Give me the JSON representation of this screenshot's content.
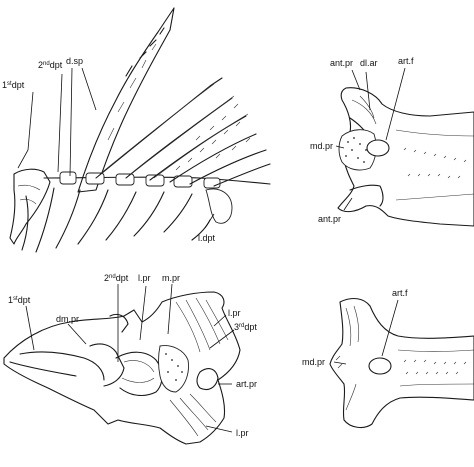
{
  "labels": {
    "tl_1dpt": {
      "sup_a": "1",
      "sup_b": "st",
      "base": "dpt"
    },
    "tl_2dpt": {
      "sup_a": "2",
      "sup_b": "nd",
      "base": "dpt"
    },
    "tl_dsp": "d.sp",
    "tl_ldpt": "l.dpt",
    "tr_antpr_top": "ant.pr",
    "tr_dlar": "dl.ar",
    "tr_artf": "art.f",
    "tr_mdpr": "md.pr",
    "tr_antpr_bottom": "ant.pr",
    "bl_1dpt": {
      "sup_a": "1",
      "sup_b": "st",
      "base": "dpt"
    },
    "bl_dmpr": "dm.pr",
    "bl_2dpt": {
      "sup_a": "2",
      "sup_b": "nd",
      "base": "dpt"
    },
    "bl_lpr_top": "l.pr",
    "bl_mpr": "m.pr",
    "bl_lpr_right": "l.pr",
    "bl_3dpt": {
      "sup_a": "3",
      "sup_b": "rd",
      "base": "dpt"
    },
    "bl_artpr": "art.pr",
    "bl_lpr_bottom": "l.pr",
    "br_artf": "art.f",
    "br_mdpr": "md.pr"
  }
}
